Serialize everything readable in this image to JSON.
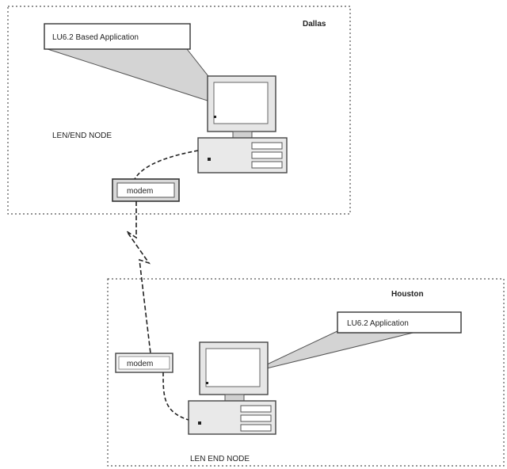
{
  "top_site": {
    "location": "Dallas",
    "callout": "LU6.2 Based Application",
    "node_label": "LEN/END NODE",
    "modem_label": "modem"
  },
  "bottom_site": {
    "location": "Houston",
    "callout": "LU6.2 Application",
    "node_label": "LEN END NODE",
    "modem_label": "modem"
  }
}
